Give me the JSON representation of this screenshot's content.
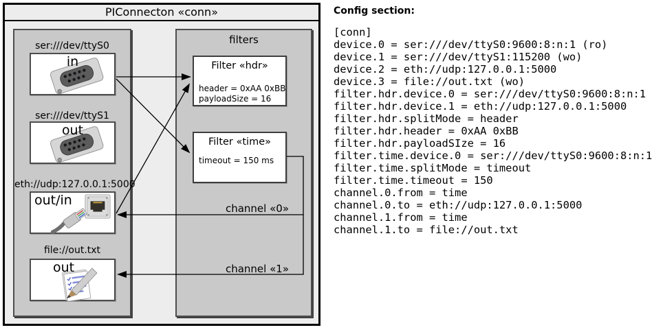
{
  "diagram": {
    "title": "PIConnecton «conn»",
    "devices": [
      {
        "label": "ser:///dev/ttyS0",
        "direction": "in",
        "icon": "serial-connector"
      },
      {
        "label": "ser:///dev/ttyS1",
        "direction": "out",
        "icon": "serial-connector"
      },
      {
        "label": "eth://udp:127.0.0.1:5000",
        "direction": "out/in",
        "icon": "ethernet-connector"
      },
      {
        "label": "file://out.txt",
        "direction": "out",
        "icon": "text-file"
      }
    ],
    "filters_panel": {
      "title": "filters",
      "filters": [
        {
          "title": "Filter «hdr»",
          "attributes": [
            "header = 0xAA 0xBB",
            "payloadSize = 16"
          ]
        },
        {
          "title": "Filter «time»",
          "attributes": [
            "timeout = 150 ms"
          ]
        }
      ]
    },
    "channels": [
      {
        "label": "channel «0»"
      },
      {
        "label": "channel «1»"
      }
    ],
    "colors": {
      "outer_background": "#ededed",
      "panel_background": "#c9c9c9",
      "box_background": "#ffffff",
      "border": "#000000"
    }
  },
  "config": {
    "heading": "Config section:",
    "lines": [
      "[conn]",
      "device.0 = ser:///dev/ttyS0:9600:8:n:1 (ro)",
      "device.1 = ser:///dev/ttyS1:115200 (wo)",
      "device.2 = eth://udp:127.0.0.1:5000",
      "device.3 = file://out.txt (wo)",
      "filter.hdr.device.0 = ser:///dev/ttyS0:9600:8:n:1",
      "filter.hdr.device.1 = eth://udp:127.0.0.1:5000",
      "filter.hdr.splitMode = header",
      "filter.hdr.header = 0xAA 0xBB",
      "filter.hdr.payloadSIze = 16",
      "filter.time.device.0 = ser:///dev/ttyS0:9600:8:n:1",
      "filter.time.splitMode = timeout",
      "filter.time.timeout = 150",
      "channel.0.from = time",
      "channel.0.to = eth://udp:127.0.0.1:5000",
      "channel.1.from = time",
      "channel.1.to = file://out.txt"
    ]
  }
}
